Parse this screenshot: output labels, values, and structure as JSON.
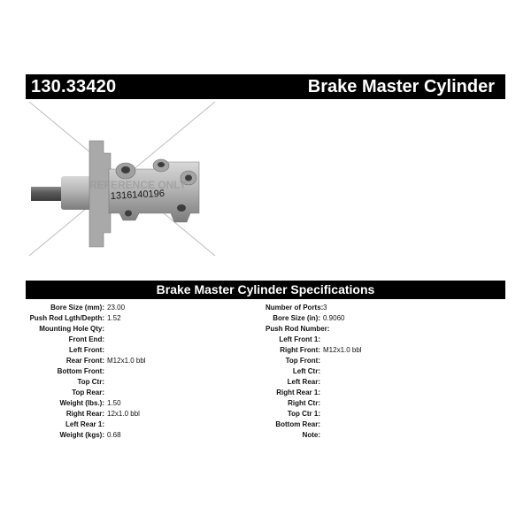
{
  "header": {
    "part_number": "130.33420",
    "title": "Brake Master Cylinder"
  },
  "image": {
    "watermark": "REFERENCE ONLY",
    "handwriting": "1316140196"
  },
  "specs": {
    "title": "Brake Master Cylinder Specifications",
    "left": [
      {
        "label": "Bore Size (mm):",
        "value": "23.00"
      },
      {
        "label": "Push Rod Lgth/Depth:",
        "value": "1.52"
      },
      {
        "label": "Mounting Hole Qty:",
        "value": ""
      },
      {
        "label": "Front End:",
        "value": ""
      },
      {
        "label": "Left Front:",
        "value": ""
      },
      {
        "label": "Rear Front:",
        "value": "M12x1.0 bbl"
      },
      {
        "label": "Bottom Front:",
        "value": ""
      },
      {
        "label": "Top Ctr:",
        "value": ""
      },
      {
        "label": "Top Rear:",
        "value": ""
      },
      {
        "label": "Weight (lbs.):",
        "value": "1.50"
      },
      {
        "label": "Right Rear:",
        "value": "12x1.0 bbl"
      },
      {
        "label": "Left Rear 1:",
        "value": ""
      },
      {
        "label": "Weight (kgs):",
        "value": "0.68"
      }
    ],
    "right": [
      {
        "label": "Number of Ports:",
        "value": "3"
      },
      {
        "label": "Bore Size (in):",
        "value": "0.9060"
      },
      {
        "label": "Push Rod Number:",
        "value": ""
      },
      {
        "label": "Left Front 1:",
        "value": ""
      },
      {
        "label": "Right Front:",
        "value": "M12x1.0 bbl"
      },
      {
        "label": "Top Front:",
        "value": ""
      },
      {
        "label": "Left Ctr:",
        "value": ""
      },
      {
        "label": "Left Rear:",
        "value": ""
      },
      {
        "label": "Right Rear 1:",
        "value": ""
      },
      {
        "label": "Right Ctr:",
        "value": ""
      },
      {
        "label": "Top Ctr 1:",
        "value": ""
      },
      {
        "label": "Bottom Rear:",
        "value": ""
      },
      {
        "label": "Note:",
        "value": ""
      }
    ]
  }
}
